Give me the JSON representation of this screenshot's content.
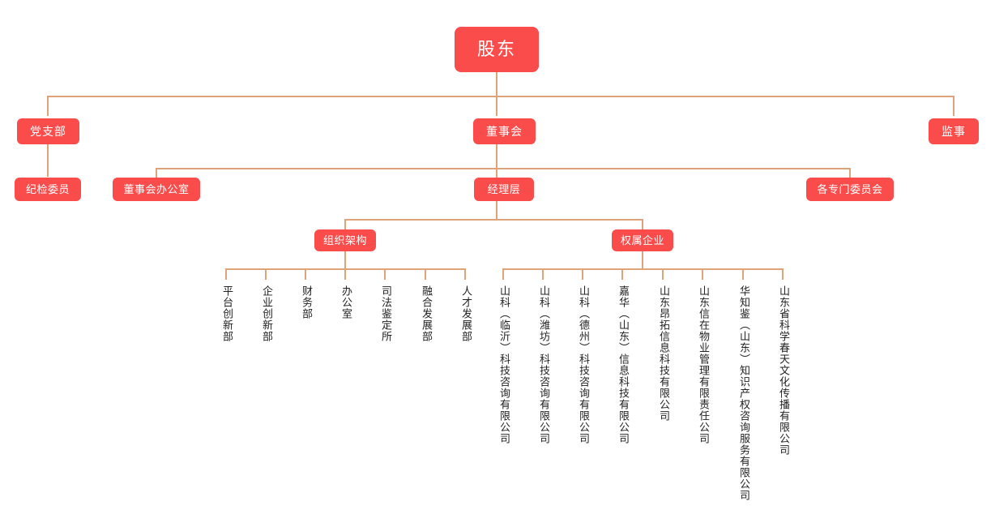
{
  "chart_data": {
    "type": "diagram",
    "diagram_type": "organizational-chart",
    "title": "",
    "orientation": "top-down",
    "colors": {
      "node_fill": "#fb4c4c",
      "node_text": "#ffffff",
      "connector": "#dfa379",
      "leaf_text": "#222222",
      "background": "#ffffff"
    },
    "levels": 5
  },
  "nodes": {
    "root": {
      "label": "股东"
    },
    "level2": [
      {
        "label": "党支部"
      },
      {
        "label": "董事会"
      },
      {
        "label": "监事"
      }
    ],
    "level3": [
      {
        "label": "纪检委员",
        "parent": "党支部"
      },
      {
        "label": "董事会办公室",
        "parent": "董事会"
      },
      {
        "label": "经理层",
        "parent": "董事会"
      },
      {
        "label": "各专门委员会",
        "parent": "董事会"
      }
    ],
    "level4": [
      {
        "label": "组织架构",
        "parent": "经理层"
      },
      {
        "label": "权属企业",
        "parent": "经理层"
      }
    ]
  },
  "departments": {
    "group_label": "组织架构",
    "items": [
      {
        "label": "平台创新部"
      },
      {
        "label": "企业创新部"
      },
      {
        "label": "财务部"
      },
      {
        "label": "办公室"
      },
      {
        "label": "司法鉴定所"
      },
      {
        "label": "融合发展部"
      },
      {
        "label": "人才发展部"
      }
    ]
  },
  "subsidiaries": {
    "group_label": "权属企业",
    "items": [
      {
        "label": "山科（临沂）科技咨询有限公司"
      },
      {
        "label": "山科（潍坊）科技咨询有限公司"
      },
      {
        "label": "山科（德州）科技咨询有限公司"
      },
      {
        "label": "嘉华（山东）信息科技有限公司"
      },
      {
        "label": "山东昂拓信息科技有限公司"
      },
      {
        "label": "山东信在物业管理有限责任公司"
      },
      {
        "label": "华知鉴（山东）知识产权咨询服务有限公司"
      },
      {
        "label": "山东省科学春天文化传播有限公司"
      }
    ]
  }
}
